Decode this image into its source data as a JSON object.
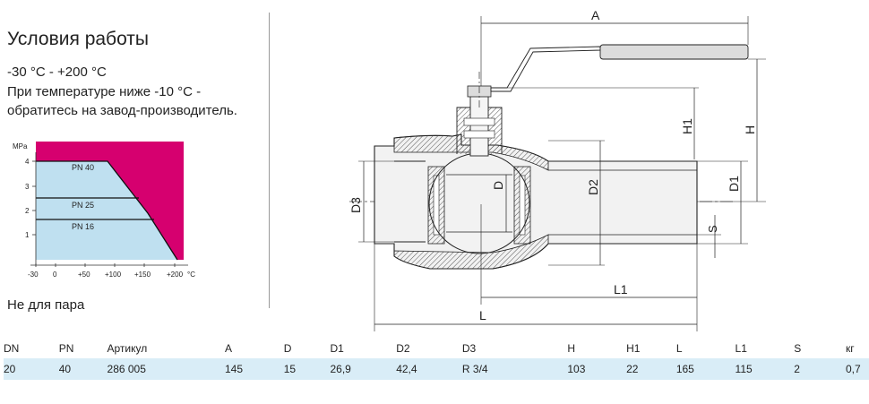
{
  "conditions": {
    "title": "Условия работы",
    "temp_range": "-30 °C - +200 °C",
    "note_line1": "При температуре ниже -10 °C -",
    "note_line2": "обратитесь на завод-производитель.",
    "steam_note": "Не для пара"
  },
  "pt_chart": {
    "unit_y": "MPa",
    "unit_x": "°C",
    "y_ticks": [
      "4",
      "3",
      "2",
      "1"
    ],
    "x_ticks": [
      "-30",
      "0",
      "+50",
      "+100",
      "+150",
      "+200"
    ],
    "lines": [
      {
        "label": "PN 40",
        "pressure": 4
      },
      {
        "label": "PN 25",
        "pressure": 2.5
      },
      {
        "label": "PN 16",
        "pressure": 1.6
      }
    ],
    "colors": {
      "allowed": "#bfe0f0",
      "forbidden": "#d6006f",
      "line": "#111111"
    }
  },
  "drawing": {
    "dim_labels": [
      "A",
      "H1",
      "H",
      "D",
      "D2",
      "D1",
      "D3",
      "S",
      "L1",
      "L"
    ]
  },
  "table": {
    "headers": [
      "DN",
      "PN",
      "Артикул",
      "A",
      "D",
      "D1",
      "D2",
      "D3",
      "H",
      "H1",
      "L",
      "L1",
      "S",
      "кг"
    ],
    "rows": [
      [
        "20",
        "40",
        "286 005",
        "145",
        "15",
        "26,9",
        "42,4",
        "R 3/4",
        "103",
        "22",
        "165",
        "115",
        "2",
        "0,7"
      ]
    ],
    "row_color": "#d9edf7"
  }
}
